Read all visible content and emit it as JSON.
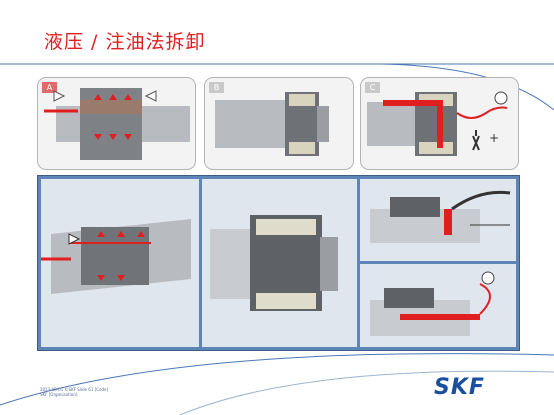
{
  "title": "液压 / 注油法拆卸",
  "panels": {
    "a": {
      "label": "A"
    },
    "b": {
      "label": "B"
    },
    "c": {
      "label": "C"
    }
  },
  "footer": {
    "line1": "2013-08-01 ©SKF  Slide 61 [Code]",
    "line2": "SKF [Organisation]"
  },
  "logo": "SKF",
  "colors": {
    "title": "#e02020",
    "tag": "#e06a6a",
    "arrow": "#e02020",
    "grid_border": "#5d86b6",
    "logo": "#1a4fa0"
  }
}
